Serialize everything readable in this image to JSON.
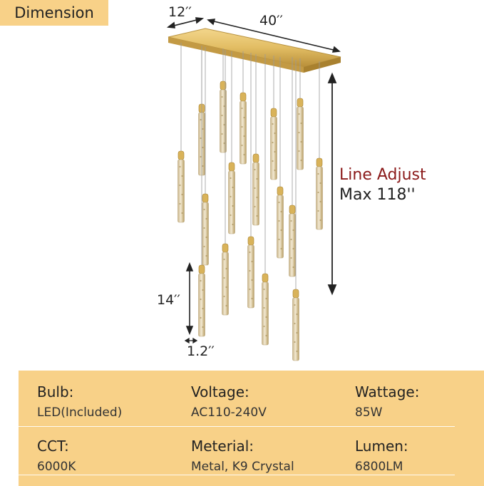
{
  "badge": "Dimension",
  "dimensions": {
    "depth": "12′′",
    "width": "40′′",
    "pendant_height": "14′′",
    "pendant_diameter": "1.2′′"
  },
  "line_adjust": {
    "title": "Line Adjust",
    "max": "Max 118''"
  },
  "specs": [
    {
      "label": "Bulb:",
      "value": "LED(Included)"
    },
    {
      "label": "Voltage:",
      "value": "AC110-240V"
    },
    {
      "label": "Wattage:",
      "value": "85W"
    },
    {
      "label": "CCT:",
      "value": "6000K"
    },
    {
      "label": "Meterial:",
      "value": "Metal, K9 Crystal"
    },
    {
      "label": "Lumen:",
      "value": "6800LM"
    }
  ],
  "colors": {
    "panel": "#f8d188",
    "gold": "#d9b35a",
    "line_adjust_title": "#8b1a1a"
  }
}
